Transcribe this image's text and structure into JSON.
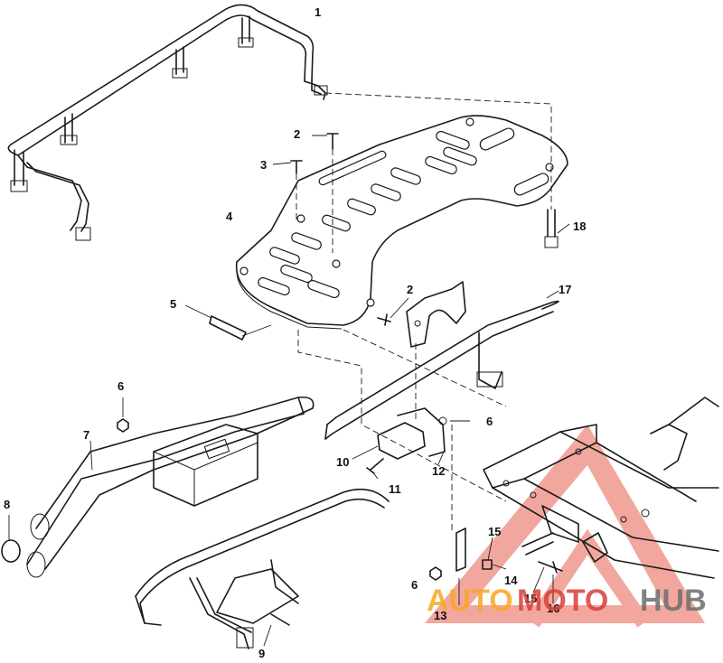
{
  "diagram": {
    "callouts": [
      {
        "id": "c1",
        "text": "1"
      },
      {
        "id": "c2a",
        "text": "2"
      },
      {
        "id": "c3",
        "text": "3"
      },
      {
        "id": "c4",
        "text": "4"
      },
      {
        "id": "c5",
        "text": "5"
      },
      {
        "id": "c2b",
        "text": "2"
      },
      {
        "id": "c17",
        "text": "17"
      },
      {
        "id": "c18",
        "text": "18"
      },
      {
        "id": "c6a",
        "text": "6"
      },
      {
        "id": "c7",
        "text": "7"
      },
      {
        "id": "c6b",
        "text": "6"
      },
      {
        "id": "c10",
        "text": "10"
      },
      {
        "id": "c12",
        "text": "12"
      },
      {
        "id": "c11",
        "text": "11"
      },
      {
        "id": "c8",
        "text": "8"
      },
      {
        "id": "c15a",
        "text": "15"
      },
      {
        "id": "c14",
        "text": "14"
      },
      {
        "id": "c6c",
        "text": "6"
      },
      {
        "id": "c13",
        "text": "13"
      },
      {
        "id": "c15b",
        "text": "15"
      },
      {
        "id": "c16",
        "text": "16"
      },
      {
        "id": "c9",
        "text": "9"
      }
    ]
  },
  "watermark": {
    "word_part_1": "AUTO",
    "word_part_2": "MOTO",
    "word_part_3": "HUB",
    "colors": {
      "orange": "#f7a823",
      "red": "#d6403a",
      "gray": "#6d6d6d"
    }
  }
}
